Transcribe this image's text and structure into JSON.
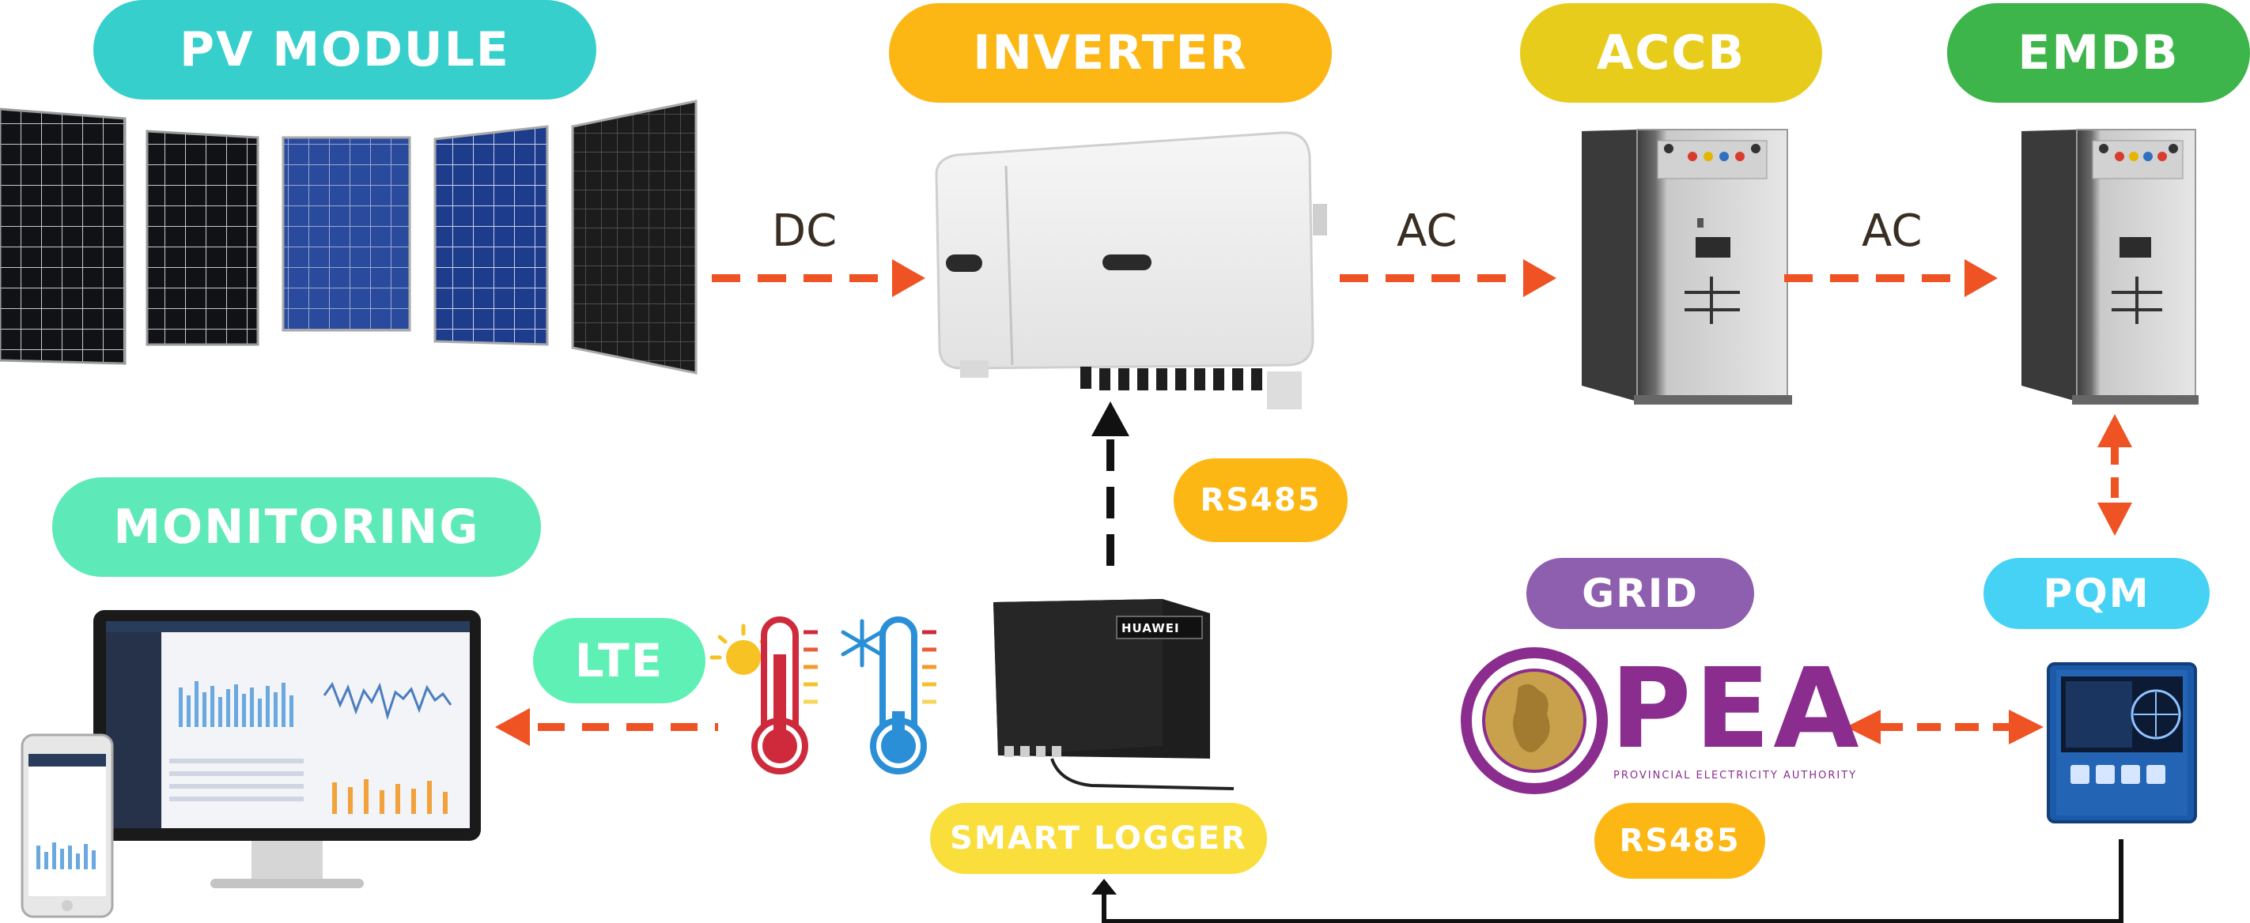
{
  "labels": {
    "pv_module": "PV MODULE",
    "inverter": "INVERTER",
    "accb": "ACCB",
    "emdb": "EMDB",
    "monitoring": "MONITORING",
    "lte": "LTE",
    "rs485_logger": "RS485",
    "smart_logger": "SMART LOGGER",
    "grid": "GRID",
    "pqm": "PQM",
    "rs485_pqm": "RS485"
  },
  "flows": {
    "pv_to_inverter": "DC",
    "inverter_to_accb": "AC",
    "accb_to_emdb": "AC"
  },
  "pea": {
    "name": "PEA",
    "full_name": "PROVINCIAL ELECTRICITY AUTHORITY"
  },
  "logger_brand": "HUAWEI",
  "colors": {
    "pv_module": "#36cfcc",
    "inverter": "#fdb715",
    "accb": "#e8cc1c",
    "emdb": "#3db54a",
    "monitoring": "#5ee9b8",
    "lte": "#5ef0b4",
    "rs485": "#fdb715",
    "smart_logger": "#f9de3c",
    "grid": "#8e5eaf",
    "pqm": "#45d2f5",
    "flow_arrow": "#ef5223",
    "comm_arrow": "#111111",
    "pea_purple": "#8a2d8e"
  }
}
